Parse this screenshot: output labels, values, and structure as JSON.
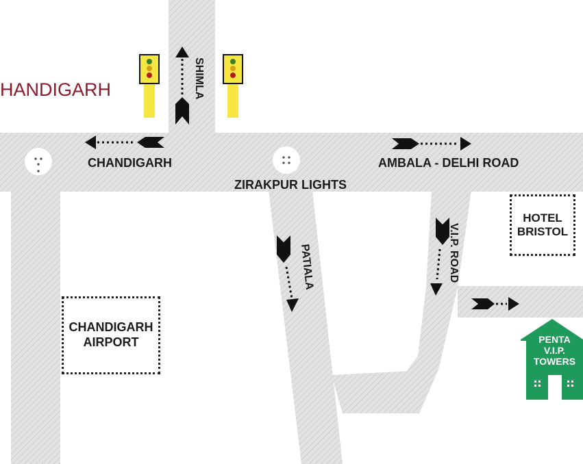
{
  "labels": {
    "city_top_left": "HANDIGARH",
    "shimla": "SHIMLA",
    "chandigarh_road": "CHANDIGARH",
    "ambala_delhi_road": "AMBALA - DELHI ROAD",
    "zirakpur_lights": "ZIRAKPUR LIGHTS",
    "patiala": "PATIALA",
    "vip_road": "V.I.P. ROAD"
  },
  "landmarks": {
    "hotel_bristol": {
      "line1": "HOTEL",
      "line2": "BRISTOL"
    },
    "chandigarh_airport": {
      "line1": "CHANDIGARH",
      "line2": "AIRPORT"
    },
    "penta_vip_towers": {
      "line1": "PENTA",
      "line2": "V.I.P.",
      "line3": "TOWERS"
    }
  },
  "icons": {
    "traffic_light": "traffic-light-icon",
    "roundabout": "roundabout-icon",
    "arrow": "dotted-arrow-icon",
    "building": "building-icon"
  },
  "colors": {
    "road": "#d9d9d9",
    "city_label": "#8b1a2b",
    "traffic_pole": "#f5e642",
    "penta_green": "#1e9a5a",
    "arrow": "#111111"
  }
}
